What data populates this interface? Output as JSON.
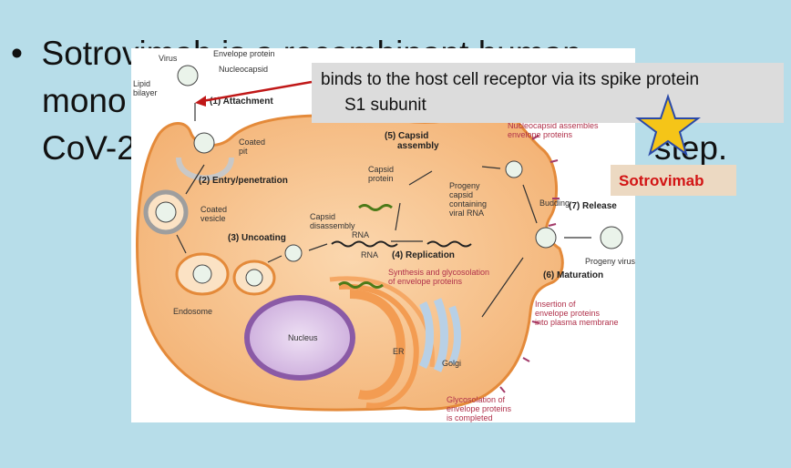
{
  "slide": {
    "bullet": "•",
    "line1": "Sotrovimab is a recombinant human",
    "line2": "mono",
    "line3_start": "CoV-2",
    "line3_end": "step."
  },
  "callout": {
    "line1": "binds to the host cell receptor via its spike protein",
    "line2": "S1 subunit"
  },
  "drug_label": "Sotrovimab",
  "diagram": {
    "virus": "Virus",
    "envelope_protein": "Envelope protein",
    "nucleocapsid": "Nucleocapsid",
    "lipid_bilayer_1": "Lipid",
    "lipid_bilayer_2": "bilayer",
    "step1": "Attachment",
    "step1_num": "1",
    "coated_pit_1": "Coated",
    "coated_pit_2": "pit",
    "step2": "Entry/penetration",
    "step2_num": "2",
    "coated_vesicle_1": "Coated",
    "coated_vesicle_2": "vesicle",
    "step3": "Uncoating",
    "step3_num": "3",
    "endosome": "Endosome",
    "step5_1": "Capsid",
    "step5_2": "assembly",
    "step5_num": "5",
    "capsid_protein_1": "Capsid",
    "capsid_protein_2": "protein",
    "progeny_capsid": [
      "Progeny",
      "capsid",
      "containing",
      "viral RNA"
    ],
    "capsid_disassembly_1": "Capsid",
    "capsid_disassembly_2": "disassembly",
    "rna_1": "RNA",
    "rna_2": "RNA",
    "step4": "Replication",
    "step4_num": "4",
    "synthesis_1": "Synthesis and glycosolation",
    "synthesis_2": "of envelope proteins",
    "nucleus": "Nucleus",
    "er": "ER",
    "golgi": "Golgi",
    "nucleocapsid_assembles_1": "Nucleocapsid assembles",
    "nucleocapsid_assembles_2": "envelope proteins",
    "budding": "Budding",
    "step7": "Release",
    "step7_num": "7",
    "progeny_virus": "Progeny virus",
    "step6": "Maturation",
    "step6_num": "6",
    "insertion": [
      "Insertion of",
      "envelope proteins",
      "into plasma membrane"
    ],
    "glyco": [
      "Glycosolation of",
      "envelope proteins",
      "is completed"
    ]
  },
  "colors": {
    "background": "#b7dde9",
    "cell": "#f6c08c",
    "cell_edge": "#e48a3a",
    "nucleus": "#d9c2e6",
    "callout": "#dcdcdc",
    "drug_label_bg": "#ecd9c2",
    "drug_label_text": "#d21414",
    "star": "#f5c518",
    "arrow": "#c01818"
  },
  "icons": [
    "star-icon",
    "virus-icon"
  ]
}
